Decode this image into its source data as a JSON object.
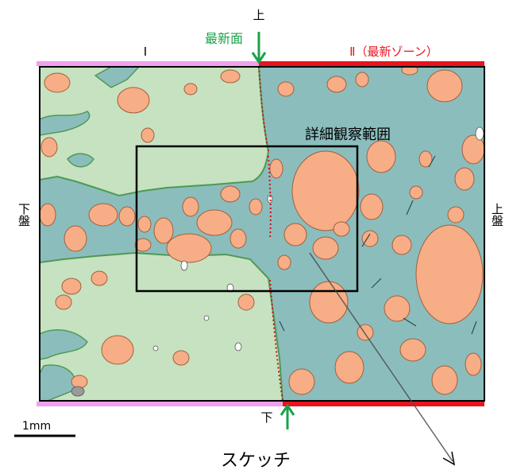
{
  "labels": {
    "top": "上",
    "bottom": "下",
    "newest_surface": "最新面",
    "zone_one": "Ⅰ",
    "zone_two": "Ⅱ（最新ゾーン）",
    "detail_area": "詳細観察範囲",
    "left_side": "下盤",
    "right_side": "上盤",
    "scale": "1mm",
    "caption": "スケッチ"
  },
  "colors": {
    "zone_one_bar": "#f0a0ee",
    "zone_two_bar": "#e8141e",
    "zone_two_text": "#e8141e",
    "newest_surface_text": "#1aa24a",
    "arrow_green": "#1aa24a",
    "matrix_teal": "#8cbdbd",
    "host_rock_green": "#c7e2c0",
    "host_rock_edge": "#4e9a54",
    "clast_orange": "#f7ad85",
    "clast_edge": "#a0603e",
    "boundary_dotted": "#c8141e",
    "frame": "#000000"
  }
}
